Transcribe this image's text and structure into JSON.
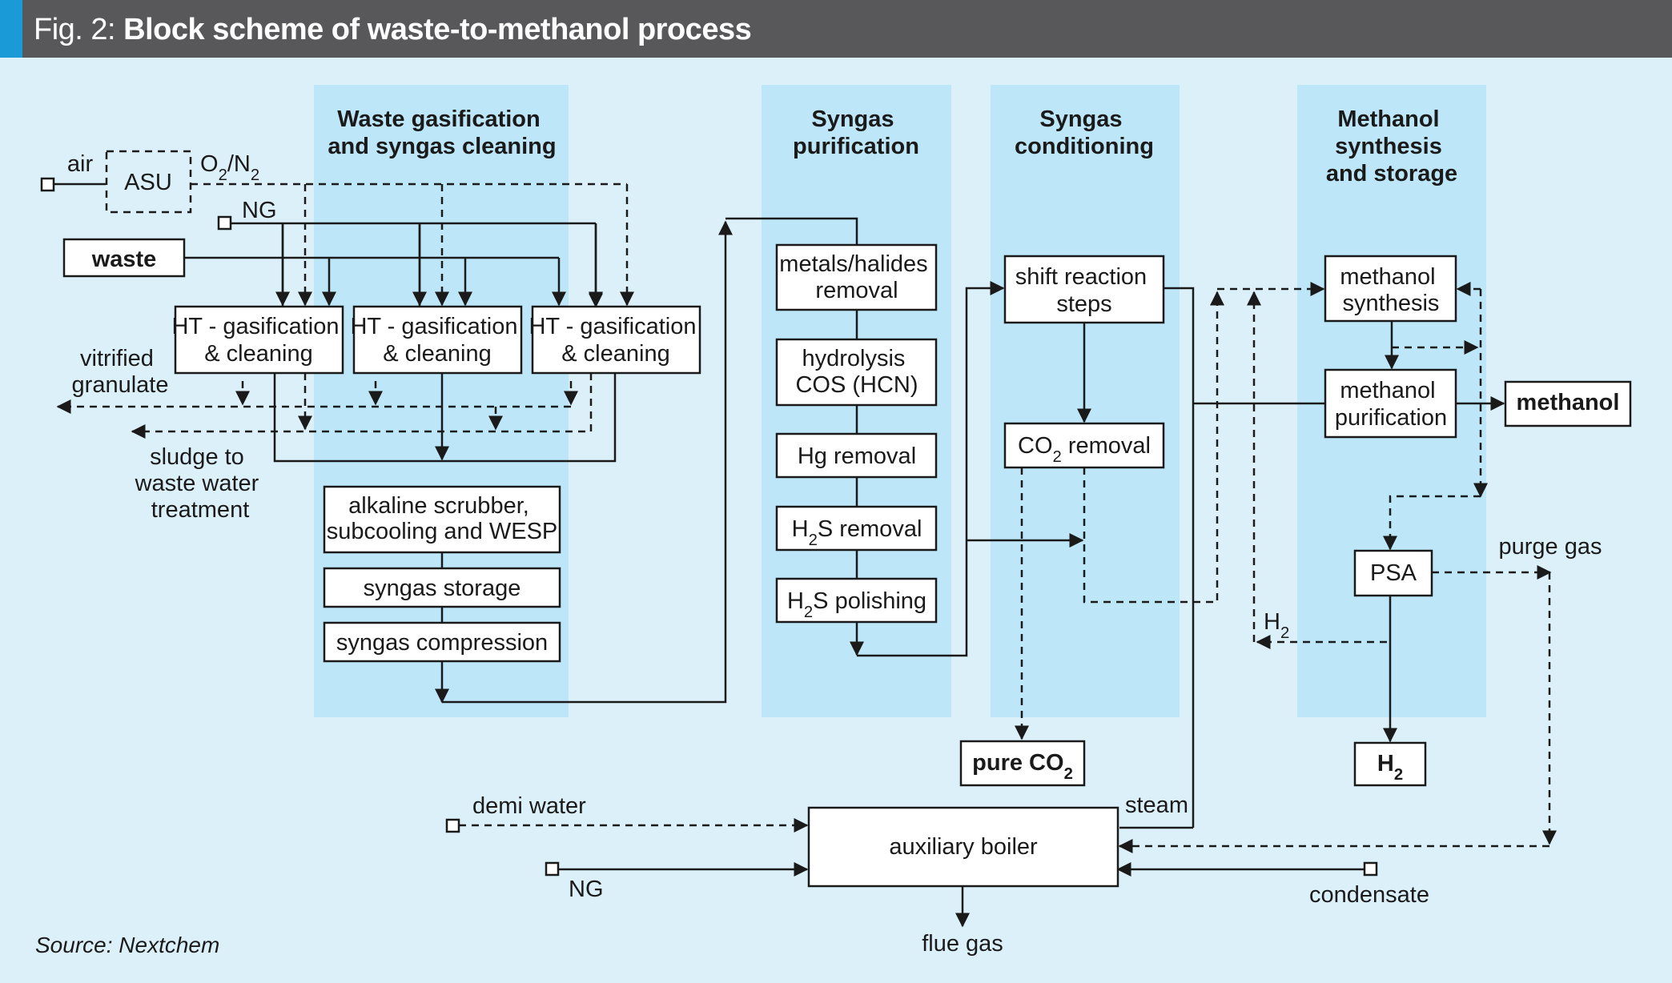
{
  "figure": {
    "prefix": "Fig. 2:",
    "title": "Block scheme of waste-to-methanol process",
    "source": "Source: Nextchem"
  },
  "colors": {
    "header_bg": "#58585a",
    "header_accent": "#1a9bd7",
    "background": "#dcf0fa",
    "stage_column": "#bde6f8",
    "box_fill": "#ffffff",
    "line": "#1a1a1a"
  },
  "stages": {
    "waste_gasification": [
      "Waste gasification",
      "and syngas cleaning"
    ],
    "syngas_purification": [
      "Syngas",
      "purification"
    ],
    "syngas_conditioning": [
      "Syngas",
      "conditioning"
    ],
    "methanol_synthesis": [
      "Methanol",
      "synthesis",
      "and storage"
    ]
  },
  "inputs": {
    "air": "air",
    "asu": "ASU",
    "o2n2": "O2/N2",
    "ng_top": "NG",
    "waste": "waste",
    "demi_water": "demi water",
    "ng_bottom": "NG",
    "condensate": "condensate"
  },
  "gasification": {
    "ht_unit": [
      "HT - gasification",
      "& cleaning"
    ],
    "scrubber": [
      "alkaline scrubber,",
      "subcooling and WESP"
    ],
    "storage": "syngas storage",
    "compression": "syngas compression"
  },
  "purification": {
    "metals": [
      "metals/halides",
      "removal"
    ],
    "hydrolysis": [
      "hydrolysis",
      "COS (HCN)"
    ],
    "hg": "Hg removal",
    "h2s_removal": "H2S removal",
    "h2s_polishing": "H2S polishing"
  },
  "conditioning": {
    "shift": [
      "shift reaction",
      "steps"
    ],
    "co2_removal": "CO2 removal"
  },
  "methanol": {
    "synthesis": [
      "methanol",
      "synthesis"
    ],
    "purification": [
      "methanol",
      "purification"
    ],
    "psa": "PSA"
  },
  "outputs": {
    "vitrified": [
      "vitrified",
      "granulate"
    ],
    "sludge": [
      "sludge to",
      "waste water",
      "treatment"
    ],
    "pure_co2": "pure CO2",
    "methanol": "methanol",
    "h2": "H2",
    "purge_gas": "purge gas",
    "h2_recycle": "H2",
    "steam": "steam",
    "flue_gas": "flue gas"
  },
  "utilities": {
    "boiler": "auxiliary boiler"
  }
}
